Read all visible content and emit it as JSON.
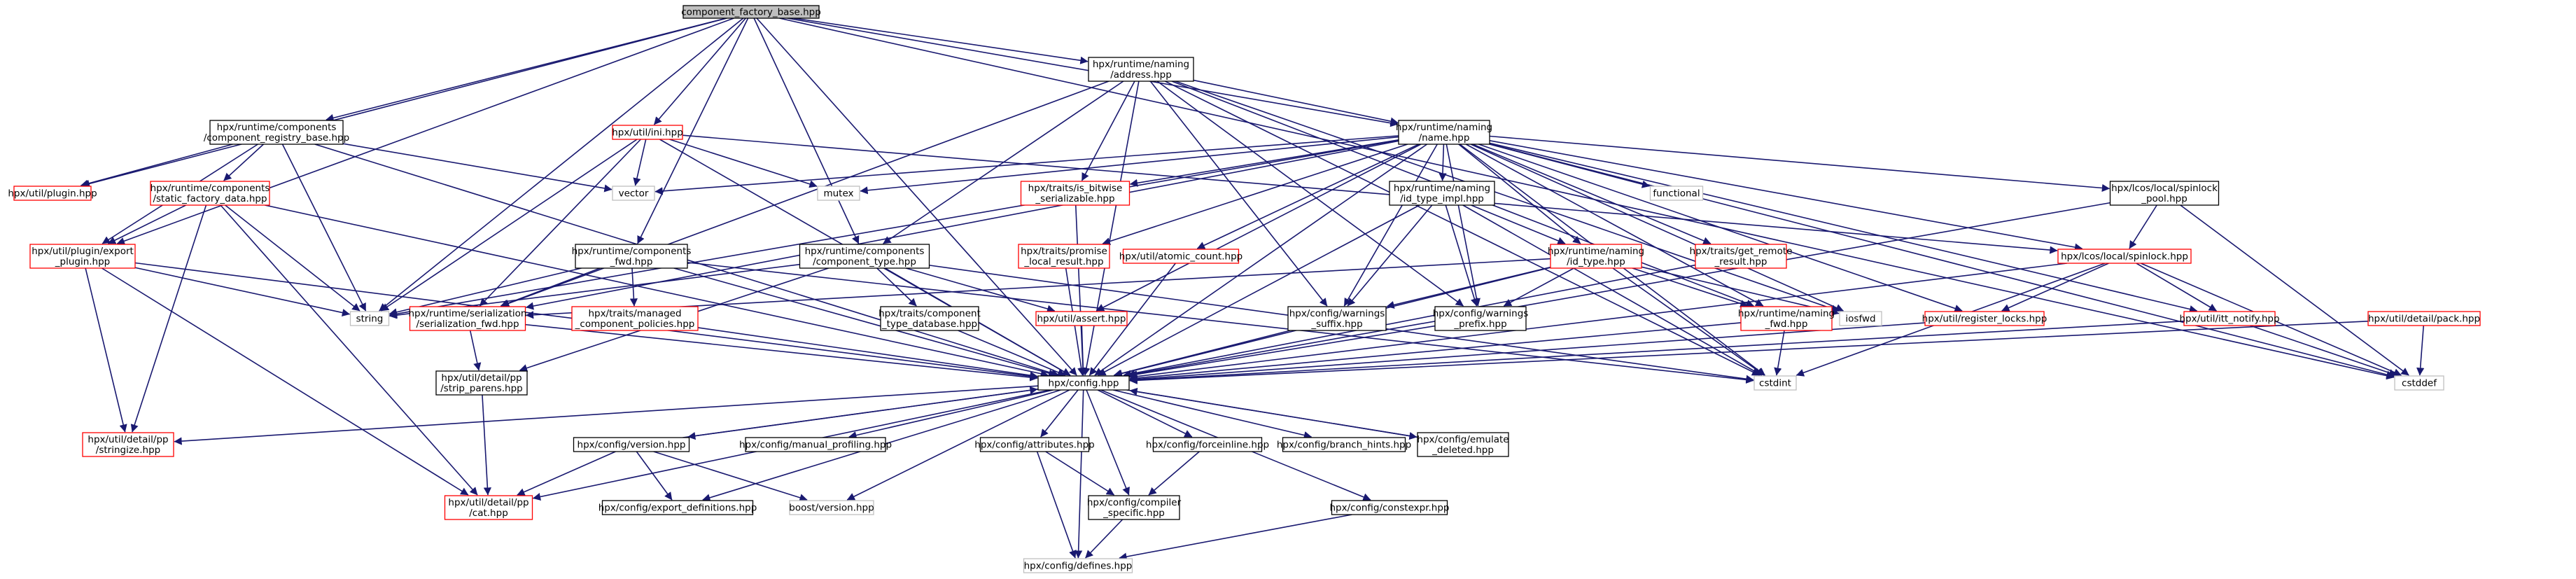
{
  "colors": {
    "edge": "#191970",
    "box_black": "#000000",
    "box_red": "#ff0000",
    "box_gray": "#bfbfbf",
    "root_fill": "#bfbfbf"
  },
  "nodes": [
    {
      "id": "root",
      "kind": "root",
      "lines": [
        "component_factory_base.hpp"
      ]
    },
    {
      "id": "address",
      "kind": "black",
      "lines": [
        "hpx/runtime/naming",
        "/address.hpp"
      ]
    },
    {
      "id": "registry",
      "kind": "black",
      "lines": [
        "hpx/runtime/components",
        "/component_registry_base.hpp"
      ]
    },
    {
      "id": "ini",
      "kind": "red",
      "lines": [
        "hpx/util/ini.hpp"
      ]
    },
    {
      "id": "name",
      "kind": "black",
      "lines": [
        "hpx/runtime/naming",
        "/name.hpp"
      ]
    },
    {
      "id": "plugin",
      "kind": "red",
      "lines": [
        "hpx/util/plugin.hpp"
      ]
    },
    {
      "id": "static_factory",
      "kind": "red",
      "lines": [
        "hpx/runtime/components",
        "/static_factory_data.hpp"
      ]
    },
    {
      "id": "vector",
      "kind": "gray",
      "lines": [
        "vector"
      ]
    },
    {
      "id": "mutex",
      "kind": "gray",
      "lines": [
        "mutex"
      ]
    },
    {
      "id": "is_bitwise",
      "kind": "red",
      "lines": [
        "hpx/traits/is_bitwise",
        "_serializable.hpp"
      ]
    },
    {
      "id": "functional",
      "kind": "gray",
      "lines": [
        "functional"
      ]
    },
    {
      "id": "id_type_impl",
      "kind": "black",
      "lines": [
        "hpx/runtime/naming",
        "/id_type_impl.hpp"
      ]
    },
    {
      "id": "spinlock_pool",
      "kind": "black",
      "lines": [
        "hpx/lcos/local/spinlock",
        "_pool.hpp"
      ]
    },
    {
      "id": "export_plugin",
      "kind": "red",
      "lines": [
        "hpx/util/plugin/export",
        "_plugin.hpp"
      ]
    },
    {
      "id": "components_fwd",
      "kind": "black",
      "lines": [
        "hpx/runtime/components",
        "_fwd.hpp"
      ]
    },
    {
      "id": "component_type",
      "kind": "black",
      "lines": [
        "hpx/runtime/components",
        "/component_type.hpp"
      ]
    },
    {
      "id": "promise_local",
      "kind": "red",
      "lines": [
        "hpx/traits/promise",
        "_local_result.hpp"
      ]
    },
    {
      "id": "atomic_count",
      "kind": "red",
      "lines": [
        "hpx/util/atomic_count.hpp"
      ]
    },
    {
      "id": "id_type",
      "kind": "red",
      "lines": [
        "hpx/runtime/naming",
        "/id_type.hpp"
      ]
    },
    {
      "id": "get_remote",
      "kind": "red",
      "lines": [
        "hpx/traits/get_remote",
        "_result.hpp"
      ]
    },
    {
      "id": "spinlock",
      "kind": "red",
      "lines": [
        "hpx/lcos/local/spinlock.hpp"
      ]
    },
    {
      "id": "string",
      "kind": "gray",
      "lines": [
        "string"
      ]
    },
    {
      "id": "serialization_fwd",
      "kind": "red",
      "lines": [
        "hpx/runtime/serialization",
        "/serialization_fwd.hpp"
      ]
    },
    {
      "id": "managed_policies",
      "kind": "red",
      "lines": [
        "hpx/traits/managed",
        "_component_policies.hpp"
      ]
    },
    {
      "id": "component_type_db",
      "kind": "black",
      "lines": [
        "hpx/traits/component",
        "_type_database.hpp"
      ]
    },
    {
      "id": "assert",
      "kind": "red",
      "lines": [
        "hpx/util/assert.hpp"
      ]
    },
    {
      "id": "warnings_suffix",
      "kind": "black",
      "lines": [
        "hpx/config/warnings",
        "_suffix.hpp"
      ]
    },
    {
      "id": "warnings_prefix",
      "kind": "black",
      "lines": [
        "hpx/config/warnings",
        "_prefix.hpp"
      ]
    },
    {
      "id": "naming_fwd",
      "kind": "red",
      "lines": [
        "hpx/runtime/naming",
        "_fwd.hpp"
      ]
    },
    {
      "id": "iosfwd",
      "kind": "gray",
      "lines": [
        "iosfwd"
      ]
    },
    {
      "id": "register_locks",
      "kind": "red",
      "lines": [
        "hpx/util/register_locks.hpp"
      ]
    },
    {
      "id": "itt_notify",
      "kind": "red",
      "lines": [
        "hpx/util/itt_notify.hpp"
      ]
    },
    {
      "id": "pack",
      "kind": "red",
      "lines": [
        "hpx/util/detail/pack.hpp"
      ]
    },
    {
      "id": "strip_parens",
      "kind": "black",
      "lines": [
        "hpx/util/detail/pp",
        "/strip_parens.hpp"
      ]
    },
    {
      "id": "config",
      "kind": "black",
      "lines": [
        "hpx/config.hpp"
      ]
    },
    {
      "id": "cstdint",
      "kind": "gray",
      "lines": [
        "cstdint"
      ]
    },
    {
      "id": "cstddef",
      "kind": "gray",
      "lines": [
        "cstddef"
      ]
    },
    {
      "id": "stringize",
      "kind": "red",
      "lines": [
        "hpx/util/detail/pp",
        "/stringize.hpp"
      ]
    },
    {
      "id": "version",
      "kind": "black",
      "lines": [
        "hpx/config/version.hpp"
      ]
    },
    {
      "id": "manual_profiling",
      "kind": "black",
      "lines": [
        "hpx/config/manual_profiling.hpp"
      ]
    },
    {
      "id": "attributes",
      "kind": "black",
      "lines": [
        "hpx/config/attributes.hpp"
      ]
    },
    {
      "id": "forceinline",
      "kind": "black",
      "lines": [
        "hpx/config/forceinline.hpp"
      ]
    },
    {
      "id": "branch_hints",
      "kind": "black",
      "lines": [
        "hpx/config/branch_hints.hpp"
      ]
    },
    {
      "id": "emulate_deleted",
      "kind": "black",
      "lines": [
        "hpx/config/emulate",
        "_deleted.hpp"
      ]
    },
    {
      "id": "cat",
      "kind": "red",
      "lines": [
        "hpx/util/detail/pp",
        "/cat.hpp"
      ]
    },
    {
      "id": "export_definitions",
      "kind": "black",
      "lines": [
        "hpx/config/export_definitions.hpp"
      ]
    },
    {
      "id": "boost_version",
      "kind": "gray",
      "lines": [
        "boost/version.hpp"
      ]
    },
    {
      "id": "compiler_specific",
      "kind": "black",
      "lines": [
        "hpx/config/compiler",
        "_specific.hpp"
      ]
    },
    {
      "id": "constexpr",
      "kind": "black",
      "lines": [
        "hpx/config/constexpr.hpp"
      ]
    },
    {
      "id": "defines",
      "kind": "gray",
      "lines": [
        "hpx/config/defines.hpp"
      ]
    }
  ],
  "edges": [
    [
      "root",
      "address"
    ],
    [
      "root",
      "registry"
    ],
    [
      "root",
      "ini"
    ],
    [
      "root",
      "name"
    ],
    [
      "root",
      "plugin"
    ],
    [
      "root",
      "export_plugin"
    ],
    [
      "root",
      "components_fwd"
    ],
    [
      "root",
      "component_type"
    ],
    [
      "root",
      "string"
    ],
    [
      "root",
      "config"
    ],
    [
      "root",
      "cstddef"
    ],
    [
      "address",
      "name"
    ],
    [
      "address",
      "config"
    ],
    [
      "address",
      "serialization_fwd"
    ],
    [
      "address",
      "is_bitwise"
    ],
    [
      "address",
      "component_type"
    ],
    [
      "address",
      "warnings_suffix"
    ],
    [
      "address",
      "warnings_prefix"
    ],
    [
      "address",
      "naming_fwd"
    ],
    [
      "address",
      "cstdint"
    ],
    [
      "address",
      "iosfwd"
    ],
    [
      "registry",
      "plugin"
    ],
    [
      "registry",
      "static_factory"
    ],
    [
      "registry",
      "export_plugin"
    ],
    [
      "registry",
      "vector"
    ],
    [
      "registry",
      "string"
    ],
    [
      "registry",
      "config"
    ],
    [
      "ini",
      "vector"
    ],
    [
      "ini",
      "mutex"
    ],
    [
      "ini",
      "string"
    ],
    [
      "ini",
      "serialization_fwd"
    ],
    [
      "ini",
      "config"
    ],
    [
      "ini",
      "spinlock"
    ],
    [
      "name",
      "mutex"
    ],
    [
      "name",
      "vector"
    ],
    [
      "name",
      "string"
    ],
    [
      "name",
      "functional"
    ],
    [
      "name",
      "is_bitwise"
    ],
    [
      "name",
      "id_type_impl"
    ],
    [
      "name",
      "spinlock_pool"
    ],
    [
      "name",
      "promise_local"
    ],
    [
      "name",
      "atomic_count"
    ],
    [
      "name",
      "id_type"
    ],
    [
      "name",
      "get_remote"
    ],
    [
      "name",
      "spinlock"
    ],
    [
      "name",
      "serialization_fwd"
    ],
    [
      "name",
      "assert"
    ],
    [
      "name",
      "warnings_suffix"
    ],
    [
      "name",
      "warnings_prefix"
    ],
    [
      "name",
      "naming_fwd"
    ],
    [
      "name",
      "iosfwd"
    ],
    [
      "name",
      "register_locks"
    ],
    [
      "name",
      "itt_notify"
    ],
    [
      "name",
      "config"
    ],
    [
      "name",
      "cstdint"
    ],
    [
      "name",
      "cstddef"
    ],
    [
      "static_factory",
      "export_plugin"
    ],
    [
      "static_factory",
      "string"
    ],
    [
      "static_factory",
      "config"
    ],
    [
      "static_factory",
      "stringize"
    ],
    [
      "static_factory",
      "cat"
    ],
    [
      "export_plugin",
      "string"
    ],
    [
      "export_plugin",
      "config"
    ],
    [
      "export_plugin",
      "stringize"
    ],
    [
      "export_plugin",
      "cat"
    ],
    [
      "components_fwd",
      "string"
    ],
    [
      "components_fwd",
      "serialization_fwd"
    ],
    [
      "components_fwd",
      "managed_policies"
    ],
    [
      "components_fwd",
      "config"
    ],
    [
      "components_fwd",
      "cstdint"
    ],
    [
      "component_type",
      "string"
    ],
    [
      "component_type",
      "component_type_db"
    ],
    [
      "component_type",
      "assert"
    ],
    [
      "component_type",
      "strip_parens"
    ],
    [
      "component_type",
      "config"
    ],
    [
      "component_type",
      "cstdint"
    ],
    [
      "id_type_impl",
      "id_type"
    ],
    [
      "id_type_impl",
      "warnings_suffix"
    ],
    [
      "id_type_impl",
      "warnings_prefix"
    ],
    [
      "id_type_impl",
      "config"
    ],
    [
      "id_type_impl",
      "cstdint"
    ],
    [
      "id_type",
      "serialization_fwd"
    ],
    [
      "id_type",
      "warnings_suffix"
    ],
    [
      "id_type",
      "warnings_prefix"
    ],
    [
      "id_type",
      "naming_fwd"
    ],
    [
      "id_type",
      "iosfwd"
    ],
    [
      "id_type",
      "config"
    ],
    [
      "id_type",
      "cstdint"
    ],
    [
      "spinlock_pool",
      "spinlock"
    ],
    [
      "spinlock_pool",
      "config"
    ],
    [
      "spinlock_pool",
      "cstddef"
    ],
    [
      "spinlock",
      "register_locks"
    ],
    [
      "spinlock",
      "itt_notify"
    ],
    [
      "spinlock",
      "config"
    ],
    [
      "spinlock",
      "cstdint"
    ],
    [
      "spinlock",
      "cstddef"
    ],
    [
      "promise_local",
      "config"
    ],
    [
      "atomic_count",
      "config"
    ],
    [
      "get_remote",
      "config"
    ],
    [
      "is_bitwise",
      "config"
    ],
    [
      "assert",
      "config"
    ],
    [
      "serialization_fwd",
      "strip_parens"
    ],
    [
      "serialization_fwd",
      "config"
    ],
    [
      "managed_policies",
      "config"
    ],
    [
      "component_type_db",
      "config"
    ],
    [
      "warnings_suffix",
      "config"
    ],
    [
      "warnings_prefix",
      "config"
    ],
    [
      "naming_fwd",
      "config"
    ],
    [
      "naming_fwd",
      "cstdint"
    ],
    [
      "register_locks",
      "config"
    ],
    [
      "itt_notify",
      "config"
    ],
    [
      "itt_notify",
      "cstddef"
    ],
    [
      "pack",
      "config"
    ],
    [
      "pack",
      "cstddef"
    ],
    [
      "strip_parens",
      "cat"
    ],
    [
      "config",
      "stringize"
    ],
    [
      "config",
      "cat"
    ],
    [
      "config",
      "version"
    ],
    [
      "config",
      "manual_profiling"
    ],
    [
      "config",
      "attributes"
    ],
    [
      "config",
      "forceinline"
    ],
    [
      "config",
      "branch_hints"
    ],
    [
      "config",
      "emulate_deleted"
    ],
    [
      "config",
      "export_definitions"
    ],
    [
      "config",
      "boost_version"
    ],
    [
      "config",
      "compiler_specific"
    ],
    [
      "config",
      "constexpr"
    ],
    [
      "config",
      "defines"
    ],
    [
      "version",
      "config"
    ],
    [
      "version",
      "cat"
    ],
    [
      "version",
      "export_definitions"
    ],
    [
      "version",
      "boost_version"
    ],
    [
      "attributes",
      "compiler_specific"
    ],
    [
      "attributes",
      "defines"
    ],
    [
      "forceinline",
      "compiler_specific"
    ],
    [
      "emulate_deleted",
      "config"
    ],
    [
      "compiler_specific",
      "defines"
    ],
    [
      "constexpr",
      "defines"
    ]
  ]
}
